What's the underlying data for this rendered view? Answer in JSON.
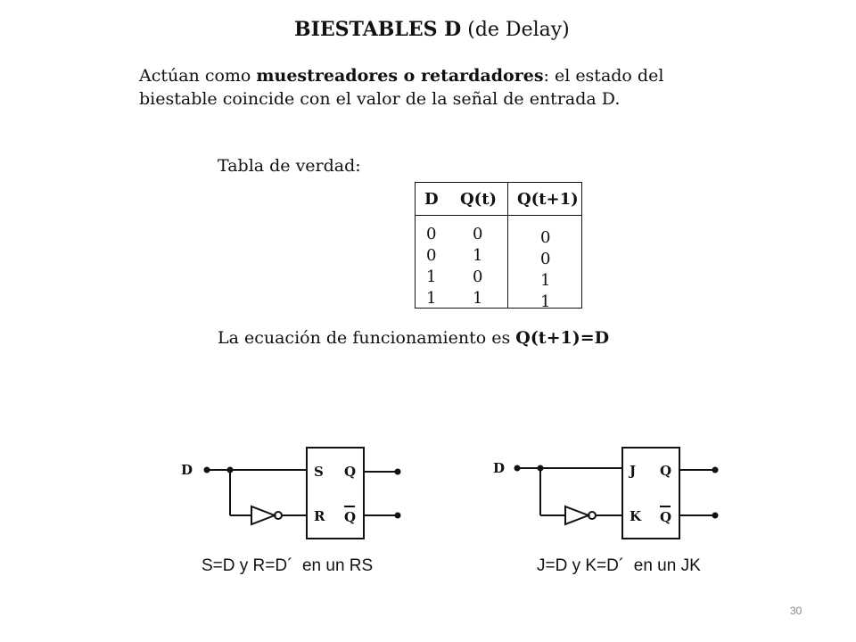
{
  "title": {
    "main": "BIESTABLES D",
    "sub": "(de Delay)"
  },
  "intro": {
    "part1": "Actúan como ",
    "bold": "muestreadores o retardadores",
    "part2": ": el estado del biestable coincide con el valor de la señal de entrada D."
  },
  "truth_table": {
    "label": "Tabla de verdad:",
    "headers": [
      "D",
      "Q(t)",
      "Q(t+1)"
    ],
    "rows": [
      [
        "0",
        "0",
        "0"
      ],
      [
        "0",
        "1",
        "0"
      ],
      [
        "1",
        "0",
        "1"
      ],
      [
        "1",
        "1",
        "1"
      ]
    ]
  },
  "equation": {
    "text": "La ecuación de funcionamiento es ",
    "formula": "Q(t+1)=D"
  },
  "circuit_rs": {
    "input": "D",
    "pin_top": "S",
    "pin_bottom": "R",
    "out_top": "Q",
    "out_bottom": "Q",
    "caption": "S=D y R=D´  en un RS"
  },
  "circuit_jk": {
    "input": "D",
    "pin_top": "J",
    "pin_bottom": "K",
    "out_top": "Q",
    "out_bottom": "Q",
    "caption": "J=D y K=D´  en un JK"
  },
  "page_number": "30"
}
